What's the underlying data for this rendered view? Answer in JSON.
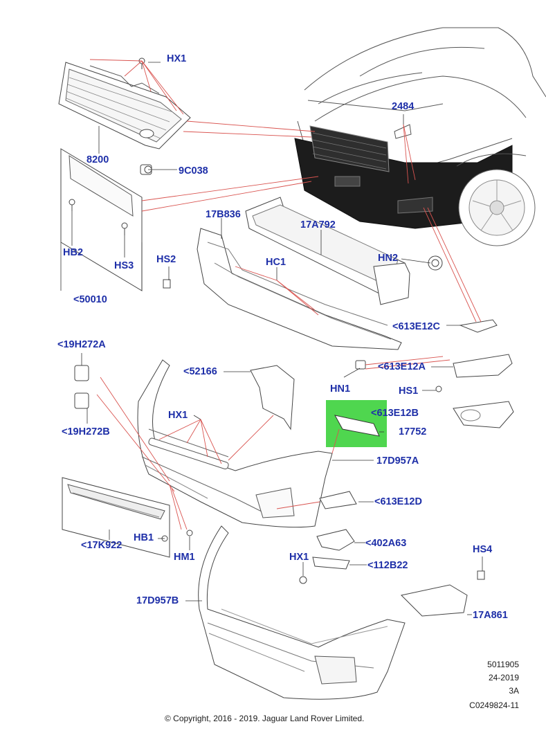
{
  "labels": {
    "HX1_top": "HX1",
    "grille": "8200",
    "clip_9C038": "9C038",
    "hb2": "HB2",
    "hs3": "HS3",
    "plate_bracket": "<50010",
    "support_17B836": "17B836",
    "beam_17A792": "17A792",
    "hs2": "HS2",
    "hc1": "HC1",
    "hn2": "HN2",
    "emblem": "2484",
    "cover_613E12C": "<613E12C",
    "cover_613E12A": "<613E12A",
    "hn1": "HN1",
    "hs1": "HS1",
    "bezel_613E12B": "<613E12B",
    "bracket_17752": "17752",
    "clip_19H272A": "<19H272A",
    "clip_19H272B": "<19H272B",
    "bracket_52166": "<52166",
    "hx1_mid": "HX1",
    "bumper_17D957A": "17D957A",
    "cover_613E12D": "<613E12D",
    "grille_17K922": "<17K922",
    "hb1": "HB1",
    "hm1": "HM1",
    "bracket_402A63": "<402A63",
    "hx1_low": "HX1",
    "bracket_112B22": "<112B22",
    "hs4": "HS4",
    "bumper_17D957B": "17D957B",
    "bracket_17A861": "17A861"
  },
  "info": {
    "line1": "5011905",
    "line2": "24-2019",
    "line3": "3A",
    "line4": "C0249824-11"
  },
  "copyright": "© Copyright, 2016 - 2019. Jaguar Land Rover Limited.",
  "colors": {
    "label": "#1e2fa8",
    "leader": "#d9534f",
    "highlight": "#3fd13f",
    "line": "#3a3a3a"
  }
}
